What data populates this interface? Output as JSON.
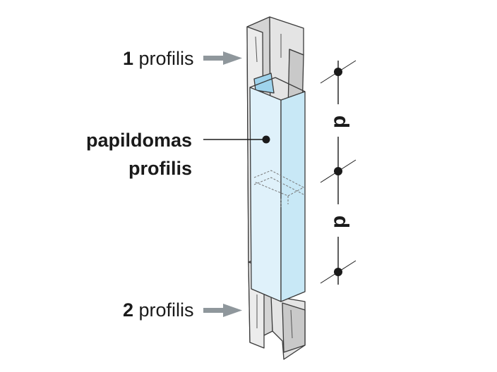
{
  "labels": {
    "profile1_num": "1",
    "profile1_text": " profilis",
    "profile2_num": "2",
    "profile2_text": " profilis",
    "reinforcing_line1": "papildomas",
    "reinforcing_line2": "profilis",
    "spacing_1": "p",
    "spacing_2": "p"
  },
  "colors": {
    "steel_light": "#eeeeee",
    "steel_mid": "#d4d4d4",
    "steel_dark": "#a9a9a9",
    "outline": "#3a3a3a",
    "sleeve_fill": "#dff1fa",
    "sleeve_dark": "#9fd3ec",
    "arrow": "#8f979c",
    "text": "#1a1a1a"
  }
}
